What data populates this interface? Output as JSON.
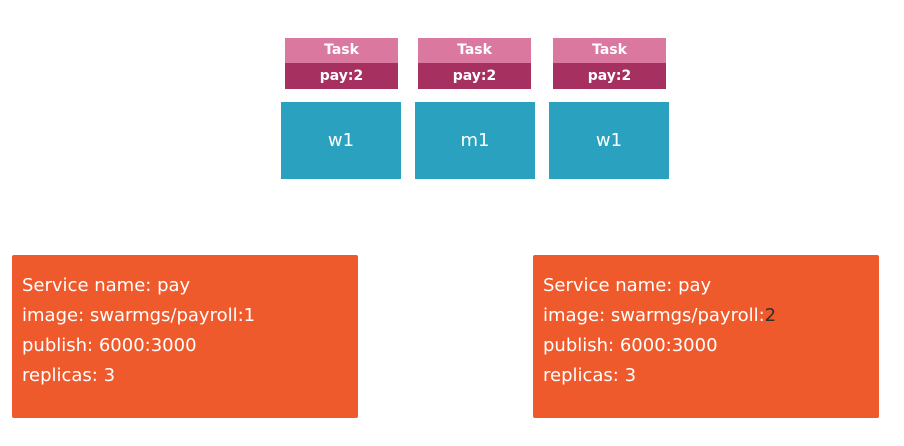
{
  "tasks": [
    {
      "label": "Task",
      "value": "pay:2"
    },
    {
      "label": "Task",
      "value": "pay:2"
    },
    {
      "label": "Task",
      "value": "pay:2"
    }
  ],
  "nodes": [
    "w1",
    "m1",
    "w1"
  ],
  "services": [
    {
      "name_line": "Service name: pay",
      "image_prefix": "image: swarmgs/payroll:",
      "image_version": "1",
      "publish_line": "publish: 6000:3000",
      "replicas_line": "replicas: 3"
    },
    {
      "name_line": "Service name: pay",
      "image_prefix": "image: swarmgs/payroll:",
      "image_version": "2",
      "publish_line": "publish: 6000:3000",
      "replicas_line": "replicas: 3"
    }
  ],
  "colors": {
    "task_label_bg": "#db78a0",
    "task_value_bg": "#a6305f",
    "node_bg": "#2aa2bf",
    "service_bg": "#ef5a2c"
  }
}
